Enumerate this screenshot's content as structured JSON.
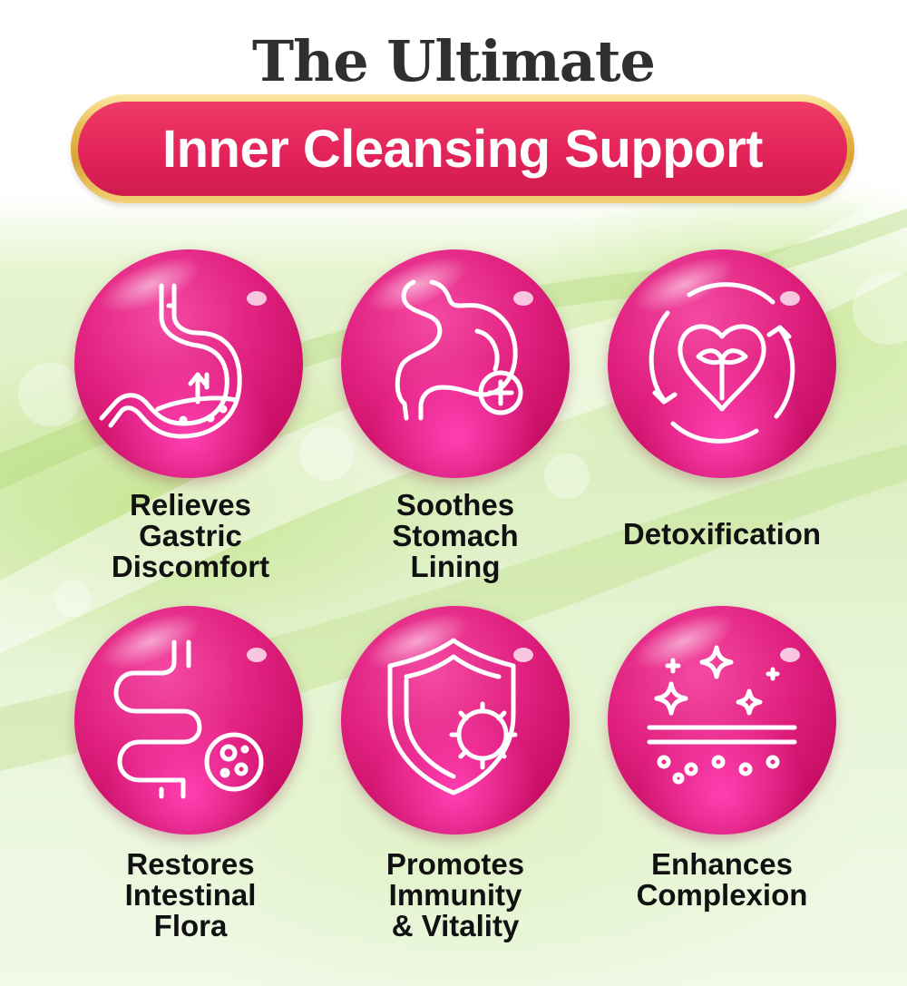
{
  "header": {
    "title": "The Ultimate",
    "banner": "Inner Cleansing Support"
  },
  "benefits": [
    {
      "icon": "stomach-acid-icon",
      "lines": [
        "Relieves",
        "Gastric",
        "Discomfort"
      ]
    },
    {
      "icon": "stomach-plus-icon",
      "lines": [
        "Soothes",
        "Stomach",
        "Lining"
      ]
    },
    {
      "icon": "heart-detox-cycle-icon",
      "lines": [
        "Detoxification"
      ]
    },
    {
      "icon": "intestine-bacteria-icon",
      "lines": [
        "Restores",
        "Intestinal",
        "Flora"
      ]
    },
    {
      "icon": "shield-virus-icon",
      "lines": [
        "Promotes",
        "Immunity",
        "& Vitality"
      ]
    },
    {
      "icon": "skin-sparkle-icon",
      "lines": [
        "Enhances",
        "Complexion"
      ]
    }
  ],
  "colors": {
    "banner_fill": "#e3245a",
    "banner_border": "#e6b84a",
    "ball": "#e0207f",
    "title": "#2f2f2f",
    "background_green": "#dcefc2"
  }
}
